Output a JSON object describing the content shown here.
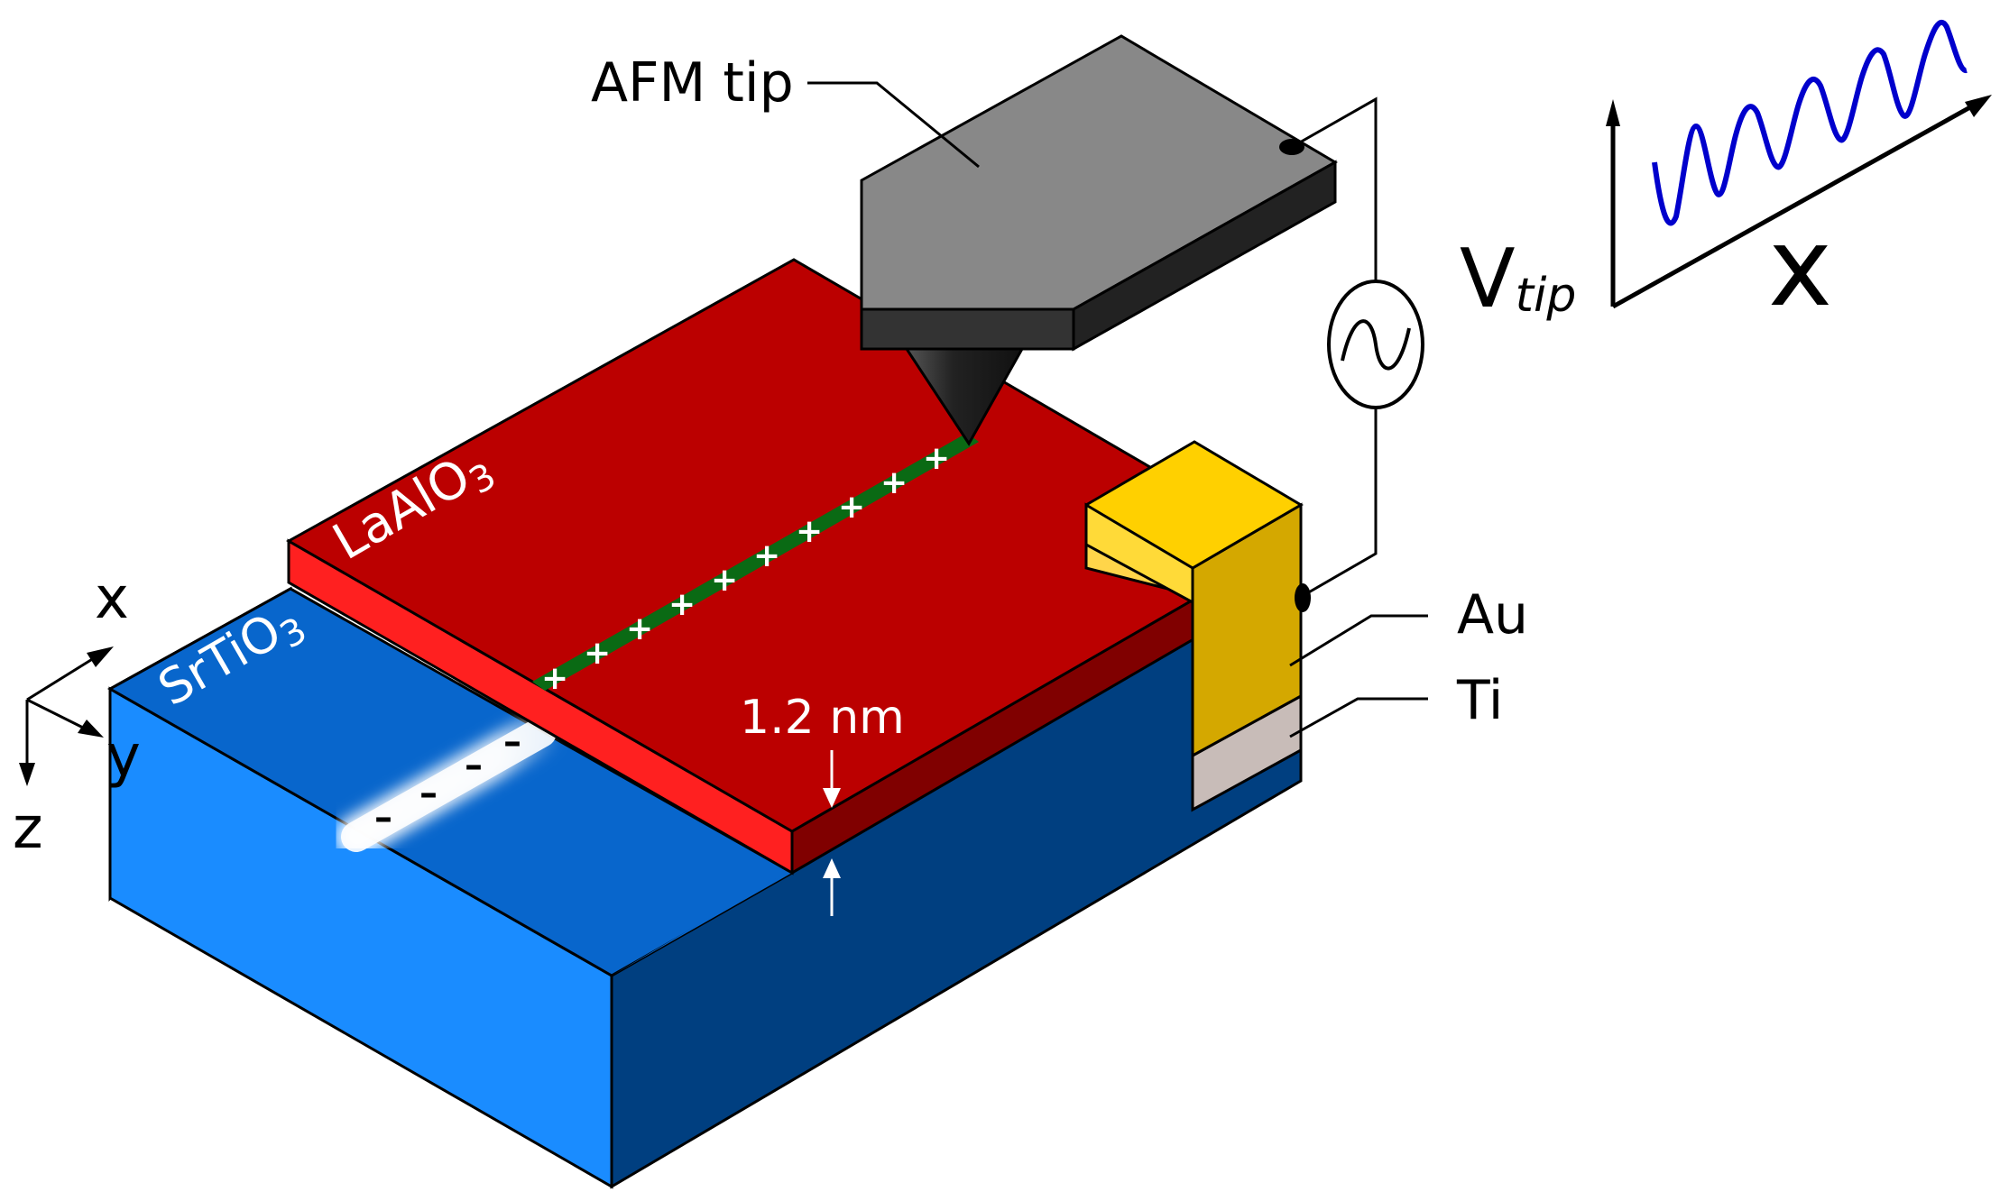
{
  "labels": {
    "afm_tip": "AFM tip",
    "laalo": "LaAlO",
    "laalo_sub": "3",
    "srtio": "SrTiO",
    "srtio_sub": "3",
    "thickness": "1.2 nm",
    "au": "Au",
    "ti": "Ti",
    "vtip_main": "V",
    "vtip_sub": "tip",
    "graph_x": "x",
    "axis_x": "x",
    "axis_y": "y",
    "axis_z": "z"
  },
  "symbols": {
    "plus": "+",
    "minus": "–"
  },
  "colors": {
    "sto_top": "#0866cc",
    "sto_front": "#1a8cff",
    "sto_right": "#003f80",
    "lao_top": "#bb0000",
    "lao_front": "#ff2020",
    "lao_right": "#800000",
    "wire": "#0a6a14",
    "afm_top": "#888888",
    "afm_front": "#333333",
    "au_top": "#ffd000",
    "au_front": "#d4a800",
    "ti": "#c8bcb8",
    "wave": "#0000cc"
  },
  "icons": {
    "ac_source": "ac-voltage-source-icon"
  }
}
